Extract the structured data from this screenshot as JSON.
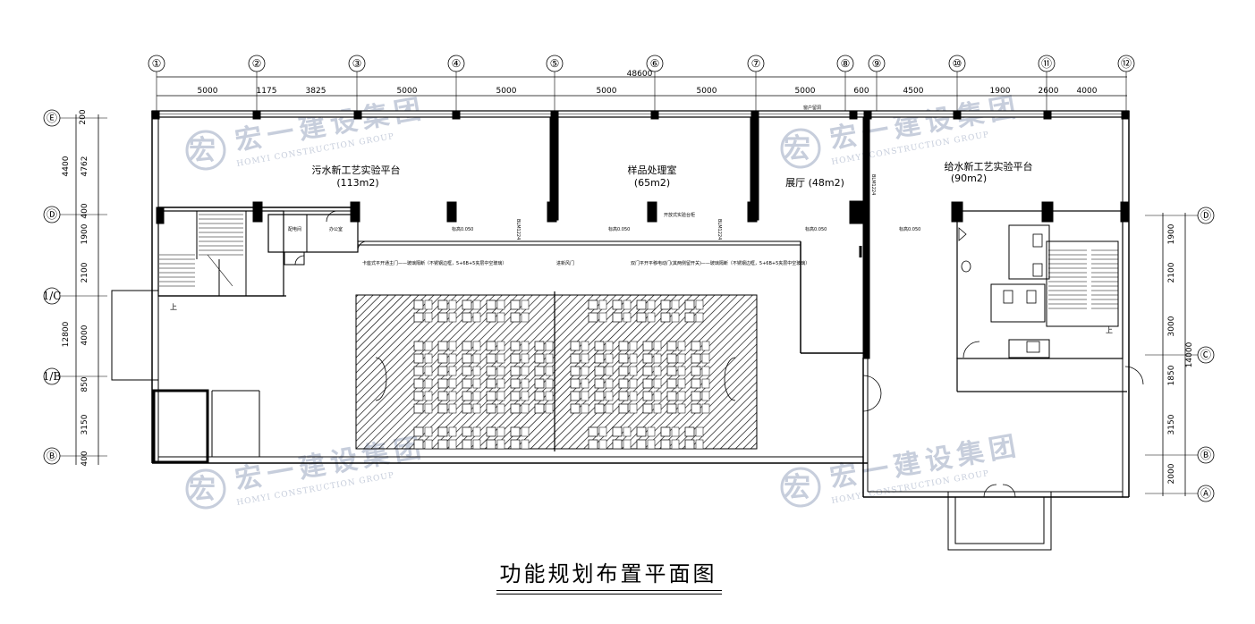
{
  "title": "功能规划布置平面图",
  "top_axes": [
    "①",
    "②",
    "③",
    "④",
    "⑤",
    "⑥",
    "⑦",
    "⑧",
    "⑨",
    "⑩",
    "⑪",
    "⑫"
  ],
  "left_axes": [
    "Ⓔ",
    "Ⓓ",
    "1/C",
    "1/B",
    "Ⓑ"
  ],
  "right_axes": [
    "Ⓓ",
    "Ⓒ",
    "Ⓑ",
    "Ⓐ"
  ],
  "overall_dimension": "48600",
  "top_dimensions": [
    "5000",
    "1175",
    "3825",
    "5000",
    "5000",
    "5000",
    "5000",
    "5000",
    "600",
    "4500",
    "1900",
    "2600",
    "4000"
  ],
  "left_dimensions": [
    "200",
    "4400",
    "4762",
    "400",
    "1900",
    "2100",
    "4000",
    "12800",
    "850",
    "3150",
    "400"
  ],
  "right_dimensions": [
    "1900",
    "2100",
    "3000",
    "14000",
    "1850",
    "3150",
    "2000"
  ],
  "rooms": {
    "sewage_lab": {
      "name": "污水新工艺实验平台",
      "area": "(113m2)"
    },
    "sample_room": {
      "name": "样品处理室",
      "area": "(65m2)"
    },
    "exhibition": {
      "name": "展厅 (48m2)"
    },
    "water_lab": {
      "name": "给水新工艺实验平台",
      "area": "(90m2)"
    }
  },
  "annotations": {
    "blm_left": "BLM1224",
    "blm_right": "BLM1224",
    "blm_far": "BLM1224",
    "note_left": "卡座式平开通主门——玻璃隔断（不锈钢边框，5+6B+5夹层中空玻璃）",
    "note_mid": "进新风门",
    "note_right": "双门平开平移电动门(其两侧留开关)——玻璃隔断（不锈钢边框，5+6B+5夹层中空玻璃）",
    "top_window": "窗户留洞",
    "small_room_1": "配电间",
    "small_room_2": "办公室",
    "label_bench": "开放式实验台柜",
    "level_tag": "标高0.050",
    "floor_stair": "上"
  },
  "watermark": {
    "cn": "宏一建设集团",
    "en": "HOMYI CONSTRUCTION GROUP",
    "seal": "宏"
  }
}
